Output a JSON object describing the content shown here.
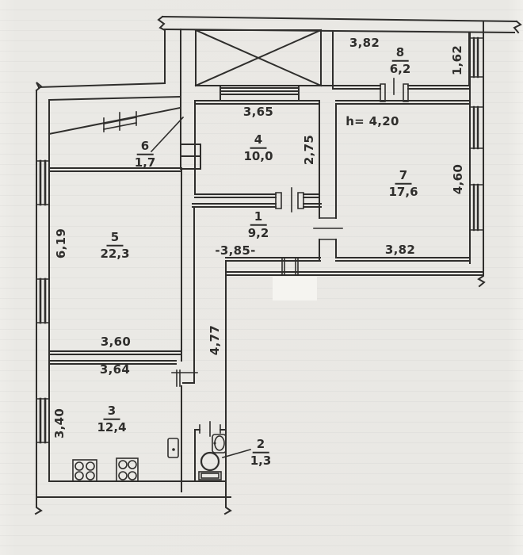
{
  "colors": {
    "background": "#e9e8e4",
    "paper_patch": "#f5f4f0",
    "ink": "#2f2e2c"
  },
  "plan": {
    "ceiling_height_note": "h= 4,20",
    "rooms": [
      {
        "number": "1",
        "area": "9,2"
      },
      {
        "number": "2",
        "area": "1,3"
      },
      {
        "number": "3",
        "area": "12,4"
      },
      {
        "number": "4",
        "area": "10,0"
      },
      {
        "number": "5",
        "area": "22,3"
      },
      {
        "number": "6",
        "area": "1,7"
      },
      {
        "number": "7",
        "area": "17,6"
      },
      {
        "number": "8",
        "area": "6,2"
      }
    ],
    "dimensions": {
      "top_382": "3,82",
      "right_162": "1,62",
      "room4_365": "3,65",
      "room4_275": "2,75",
      "room7_460": "4,60",
      "room7_382": "3,82",
      "room1_385": "-3,85-",
      "room5_619": "6,19",
      "room5_360": "3,60",
      "room3_364": "3,64",
      "room3_340": "3,40",
      "corridor_477": "4,77"
    },
    "icons": {
      "elevator_shaft": "crossed-box",
      "toilet": "toilet-icon",
      "wash_basin": "basin-icon",
      "kitchen_sink": "sink-icon",
      "stoves": "four-burner-stove-icon"
    }
  }
}
